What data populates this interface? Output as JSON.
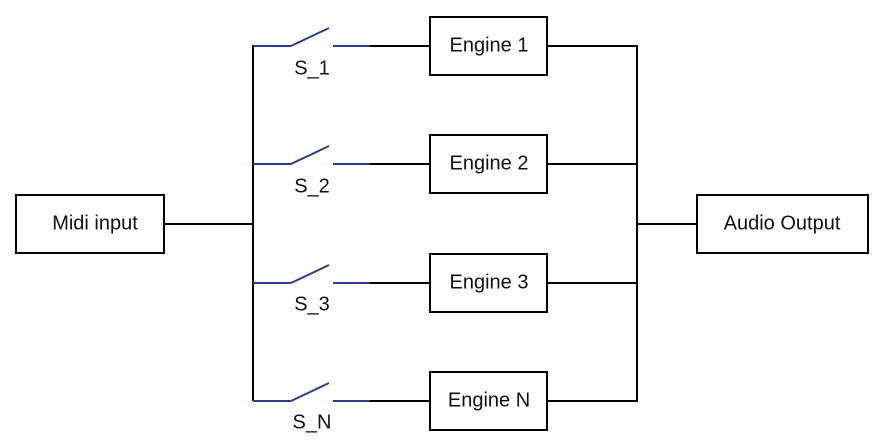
{
  "colors": {
    "wire": "#000000",
    "switch": "#2b3a8c",
    "text": "#111111",
    "background": "#ffffff"
  },
  "input": {
    "label": "Midi input"
  },
  "output": {
    "label": "Audio Output"
  },
  "branches": [
    {
      "switch": "S_1",
      "engine": "Engine 1"
    },
    {
      "switch": "S_2",
      "engine": "Engine 2"
    },
    {
      "switch": "S_3",
      "engine": "Engine 3"
    },
    {
      "switch": "S_N",
      "engine": "Engine N"
    }
  ]
}
